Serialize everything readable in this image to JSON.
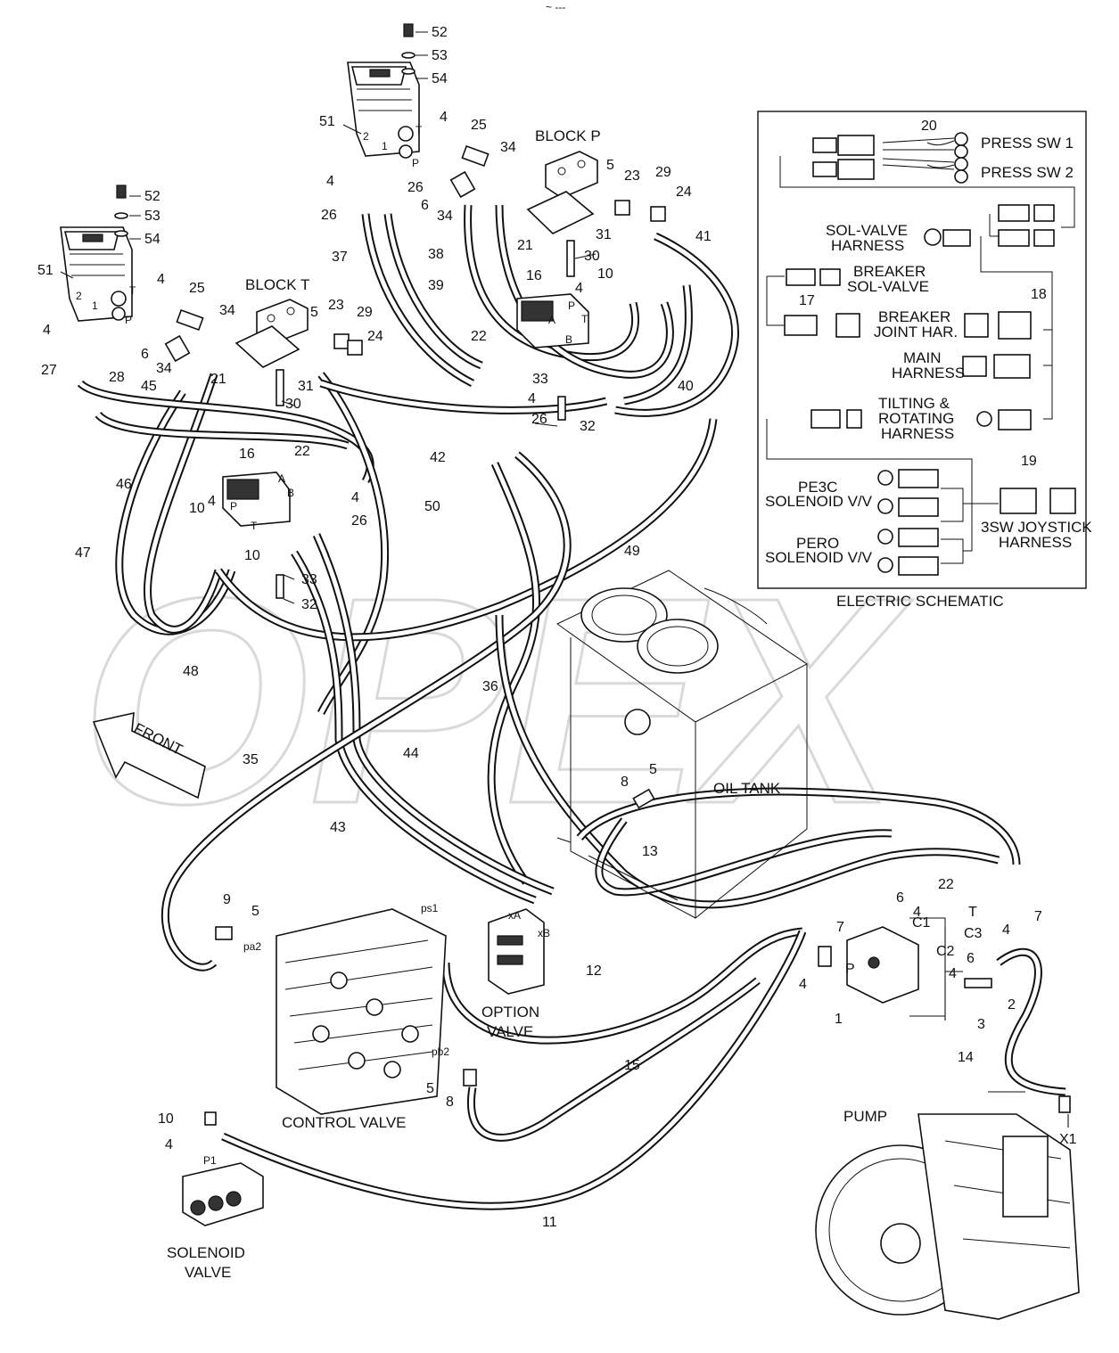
{
  "top_mark": "~ ---",
  "watermark": "OPEX",
  "front_arrow": "FRONT",
  "labels": {
    "block_p": "BLOCK P",
    "block_t": "BLOCK T",
    "oil_tank": "OIL TANK",
    "option_valve_1": "OPTION",
    "option_valve_2": "VALVE",
    "control_valve": "CONTROL VALVE",
    "solenoid_valve_1": "SOLENOID",
    "solenoid_valve_2": "VALVE",
    "pump": "PUMP"
  },
  "port_labels": {
    "xA": "xA",
    "xB": "xB",
    "ps1": "ps1",
    "pa2": "pa2",
    "pb2": "pb2",
    "P1": "P1",
    "X1": "X1",
    "C1": "C1",
    "C2": "C2",
    "C3": "C3",
    "P": "P",
    "T": "T",
    "A": "A",
    "B": "B",
    "n1": "1",
    "n2": "2"
  },
  "schematic": {
    "title": "ELECTRIC SCHEMATIC",
    "press_sw_1": "PRESS SW 1",
    "press_sw_2": "PRESS SW 2",
    "sol_valve_harness_1": "SOL-VALVE",
    "sol_valve_harness_2": "HARNESS",
    "breaker_sol_valve_1": "BREAKER",
    "breaker_sol_valve_2": "SOL-VALVE",
    "breaker_joint_1": "BREAKER",
    "breaker_joint_2": "JOINT HAR.",
    "main_harness_1": "MAIN",
    "main_harness_2": "HARNESS",
    "tilting_1": "TILTING &",
    "tilting_2": "ROTATING",
    "tilting_3": "HARNESS",
    "pe3c_1": "PE3C",
    "pe3c_2": "SOLENOID V/V",
    "pero_1": "PERO",
    "pero_2": "SOLENOID V/V",
    "joystick_1": "3SW JOYSTICK",
    "joystick_2": "HARNESS",
    "callout_20": "20",
    "callout_17": "17",
    "callout_18": "18",
    "callout_19": "19"
  },
  "callouts": [
    "52",
    "53",
    "54",
    "51",
    "4",
    "25",
    "34",
    "6",
    "26",
    "37",
    "38",
    "39",
    "21",
    "30",
    "31",
    "16",
    "10",
    "22",
    "33",
    "32",
    "40",
    "41",
    "5",
    "23",
    "29",
    "24",
    "27",
    "28",
    "45",
    "46",
    "47",
    "48",
    "50",
    "49",
    "42",
    "36",
    "35",
    "44",
    "43",
    "9",
    "8",
    "13",
    "7",
    "1",
    "2",
    "3",
    "12",
    "15",
    "14",
    "11"
  ]
}
